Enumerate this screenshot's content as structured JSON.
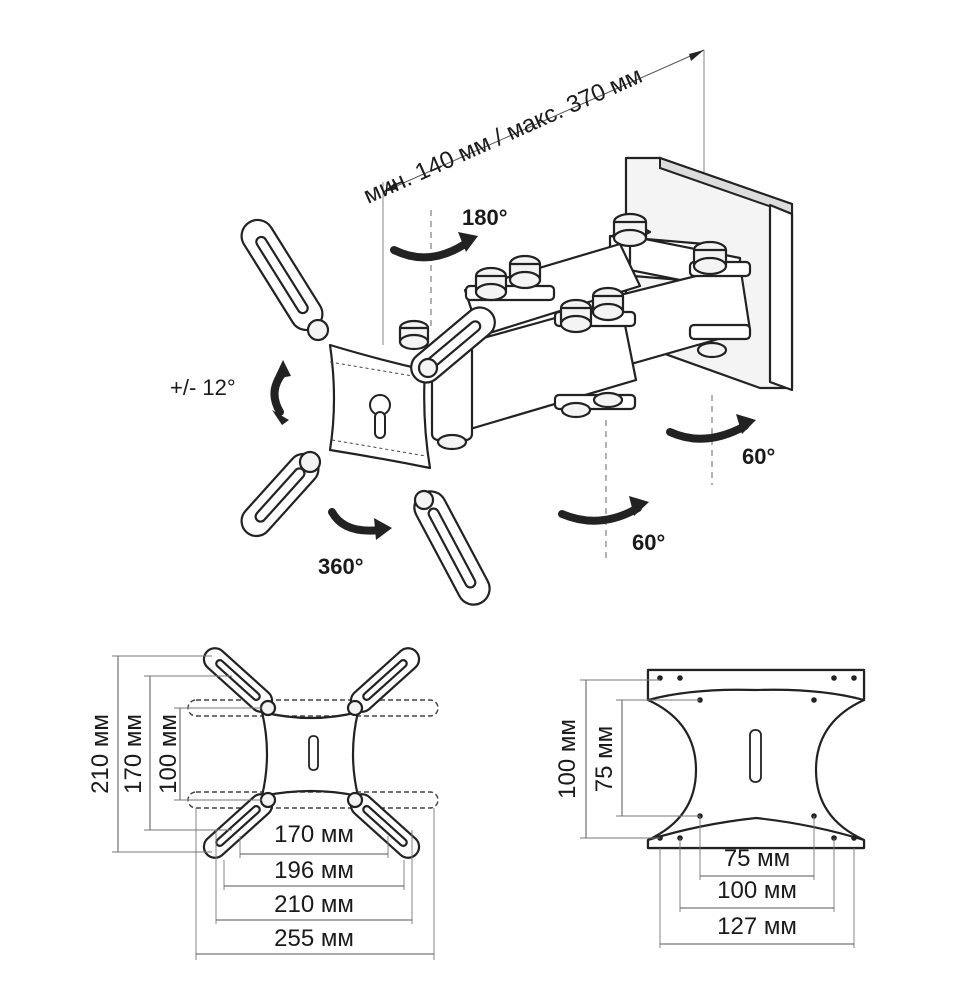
{
  "top_view": {
    "extension_label": "мин. 140 мм / макс. 370 мм",
    "rotations": {
      "swivel_180": "180°",
      "tilt": "+/- 12°",
      "rotate_360": "360°",
      "swivel_60_outer": "60°",
      "swivel_60_inner": "60°"
    }
  },
  "large_plate": {
    "vertical_dims": [
      "210 мм",
      "170 мм",
      "100 мм"
    ],
    "horizontal_dims": [
      "170 мм",
      "196 мм",
      "210 мм",
      "255 мм"
    ]
  },
  "small_plate": {
    "vertical_dims": [
      "100 мм",
      "75 мм"
    ],
    "horizontal_dims": [
      "75 мм",
      "100 мм",
      "127 мм"
    ]
  }
}
